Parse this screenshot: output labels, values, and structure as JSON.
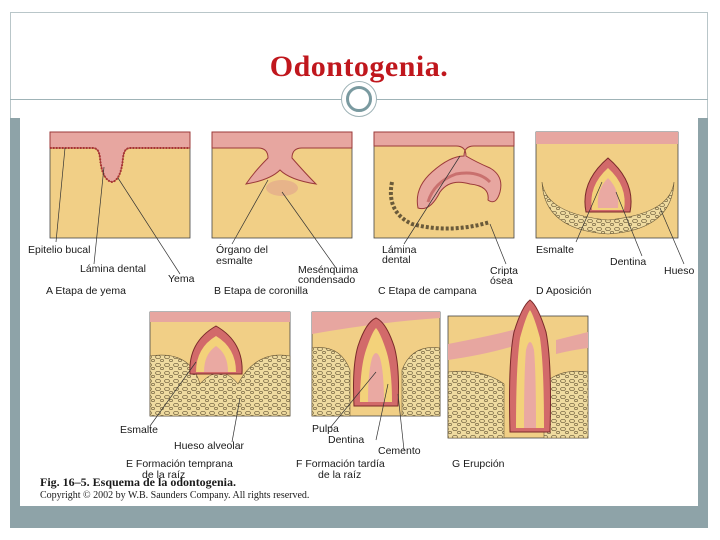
{
  "slide": {
    "title": "Odontogenia."
  },
  "figure": {
    "panels": {
      "a": {
        "labels": [
          "Epitelio bucal",
          "Lámina dental",
          "Yema"
        ],
        "stage": "A  Etapa de yema"
      },
      "b": {
        "labels": [
          "Órgano del",
          "esmalte",
          "Mesénquima",
          "condensado"
        ],
        "stage": "B  Etapa de coronilla"
      },
      "c": {
        "labels": [
          "Lámina",
          "dental",
          "Cripta",
          "ósea"
        ],
        "stage": "C  Etapa de campana"
      },
      "d": {
        "labels": [
          "Esmalte",
          "Dentina",
          "Hueso"
        ],
        "stage": "D  Aposición"
      },
      "e": {
        "labels": [
          "Esmalte",
          "Hueso alveolar"
        ],
        "stage_line1": "E  Formación temprana",
        "stage_line2": "de la raíz"
      },
      "f": {
        "labels": [
          "Pulpa",
          "Dentina",
          "Cemento"
        ],
        "stage_line1": "F  Formación tardía",
        "stage_line2": "de la raíz"
      },
      "g": {
        "stage": "G  Erupción"
      }
    },
    "caption": "Fig. 16–5. Esquema de la odontogenia.",
    "copyright": "Copyright © 2002 by W.B. Saunders Company. All rights reserved."
  }
}
